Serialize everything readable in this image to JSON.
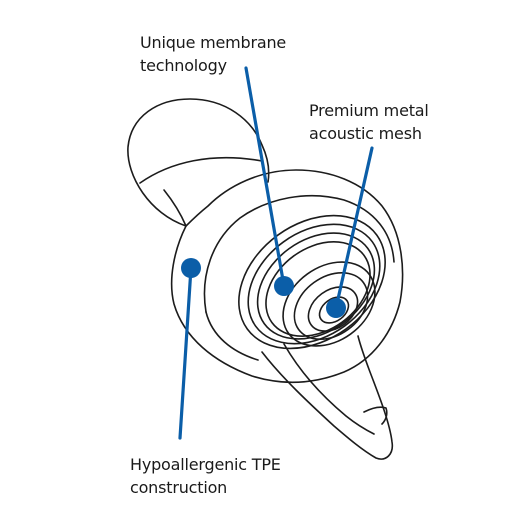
{
  "callouts": {
    "membrane": {
      "line1": "Unique membrane",
      "line2": "technology"
    },
    "mesh": {
      "line1": "Premium metal",
      "line2": "acoustic mesh"
    },
    "tpe": {
      "line1": "Hypoallergenic TPE",
      "line2": "construction"
    }
  },
  "colors": {
    "leader": "#0b5ea8",
    "outline": "#1c1c1c",
    "background": "#ffffff"
  }
}
